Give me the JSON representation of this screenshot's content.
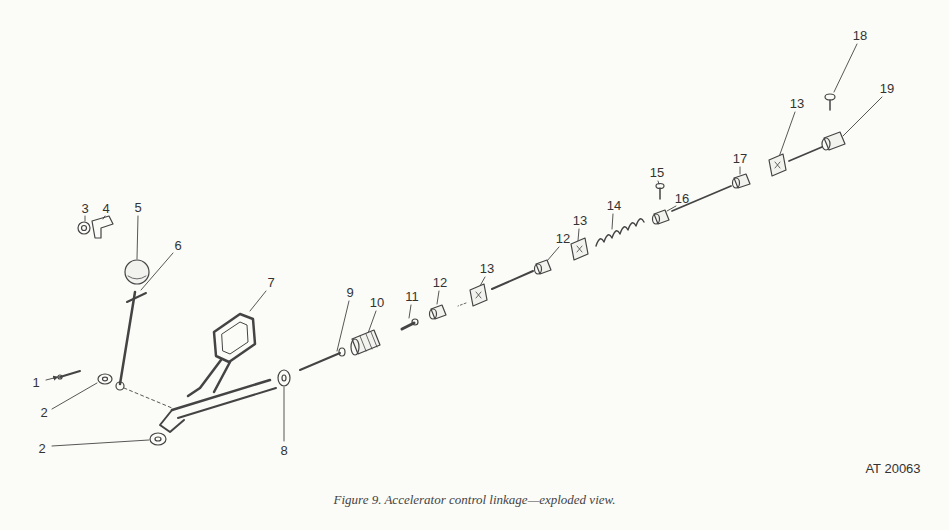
{
  "diagram": {
    "caption": "Figure 9. Accelerator control linkage—exploded view.",
    "labels": [
      "1",
      "2",
      "2",
      "3",
      "4",
      "5",
      "6",
      "7",
      "8",
      "9",
      "10",
      "11",
      "12",
      "13",
      "12",
      "13",
      "14",
      "15",
      "16",
      "17",
      "13",
      "18",
      "19",
      "AT 20063"
    ]
  }
}
